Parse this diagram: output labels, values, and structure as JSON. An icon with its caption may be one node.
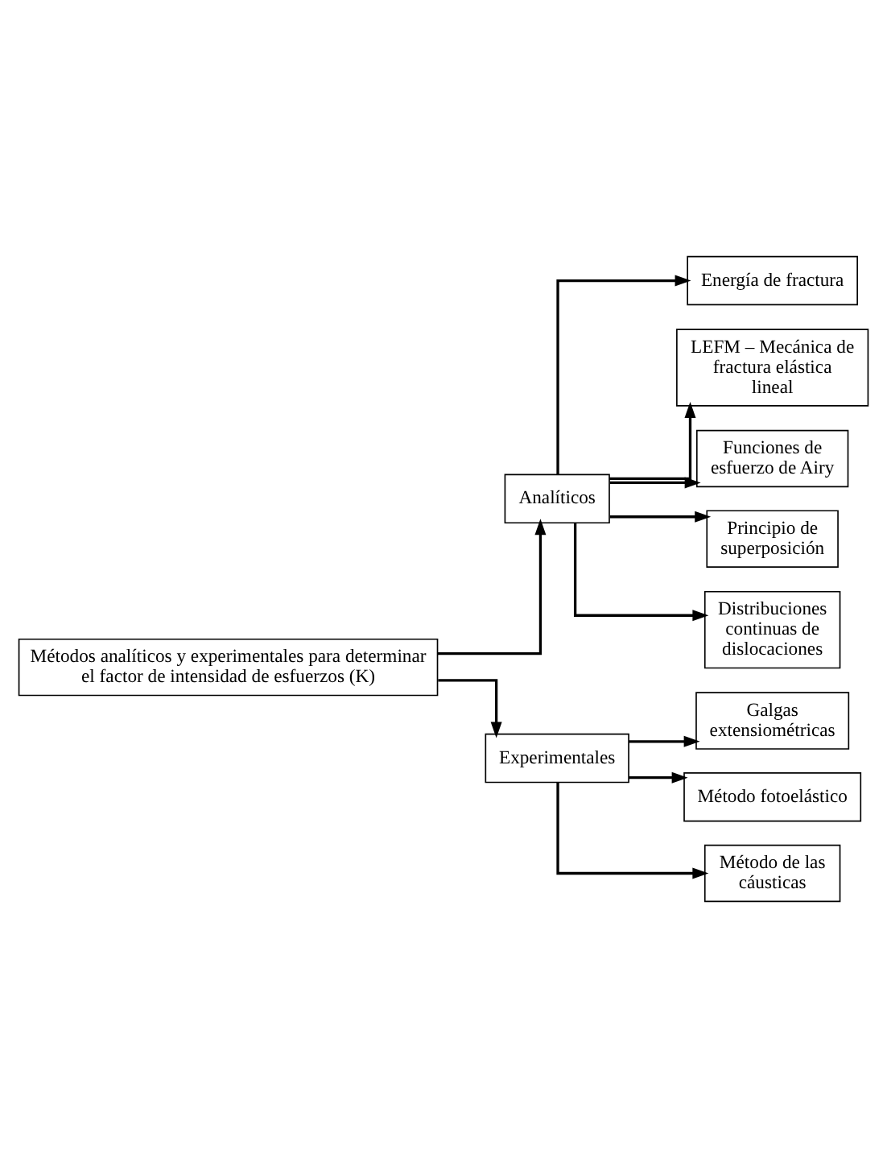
{
  "diagram": {
    "nodes": [
      {
        "text": [
          "Métodos analíticos y experimentales para determinar el factor de intensidad de esfuerzos (K)"
        ]
      },
      {
        "text": [
          "Analíticos"
        ]
      },
      {
        "text": [
          "Experimentales"
        ]
      },
      {
        "text": [
          "Energía de fractura"
        ]
      },
      {
        "text": [
          "LEFM – Mecánica de fractura elástica lineal"
        ]
      },
      {
        "text": [
          "Funciones de esfuerzo de Airy"
        ]
      },
      {
        "text": [
          "Principio de superposición"
        ]
      },
      {
        "text": [
          "Distribuciones continuas de dislocaciones"
        ]
      },
      {
        "text": [
          "Galgas extensiométricas"
        ]
      },
      {
        "text": [
          "Método fotoelástico"
        ]
      },
      {
        "text": [
          "Método de las cáusticas"
        ]
      }
    ],
    "edges": [
      {
        "from": 0,
        "to": 1,
        "arrow": "to"
      },
      {
        "from": 0,
        "to": 2,
        "arrow": "to"
      },
      {
        "from": 1,
        "to": 3,
        "arrow": "to"
      },
      {
        "from": 1,
        "to": 4,
        "arrow": "to"
      },
      {
        "from": 1,
        "to": 5,
        "arrow": "to"
      },
      {
        "from": 1,
        "to": 6,
        "arrow": "to"
      },
      {
        "from": 1,
        "to": 7,
        "arrow": "to"
      },
      {
        "from": 2,
        "to": 8,
        "arrow": "to"
      },
      {
        "from": 2,
        "to": 9,
        "arrow": "to"
      },
      {
        "from": 2,
        "to": 10,
        "arrow": "to"
      }
    ]
  }
}
